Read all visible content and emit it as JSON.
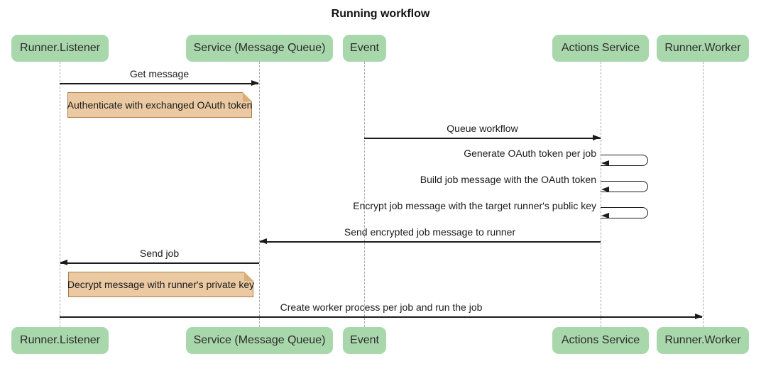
{
  "title": "Running workflow",
  "colors": {
    "background": "#ffffff",
    "actor_fill": "#a9d7ac",
    "actor_text": "#2b2b2b",
    "note_fill": "#ebc9a2",
    "note_border": "#aa7d4c",
    "lifeline": "#a8a8a8",
    "line": "#1b1b1b"
  },
  "actors": [
    {
      "id": "runner-listener",
      "label": "Runner.Listener"
    },
    {
      "id": "service-message-queue",
      "label": "Service (Message Queue)"
    },
    {
      "id": "event",
      "label": "Event"
    },
    {
      "id": "actions-service",
      "label": "Actions Service"
    },
    {
      "id": "runner-worker",
      "label": "Runner.Worker"
    }
  ],
  "messages": [
    {
      "type": "arrow",
      "from": "Runner.Listener",
      "to": "Service (Message Queue)",
      "label": "Get message"
    },
    {
      "type": "note",
      "over": [
        "Runner.Listener",
        "Service (Message Queue)"
      ],
      "label": "Authenticate with exchanged OAuth token"
    },
    {
      "type": "arrow",
      "from": "Event",
      "to": "Actions Service",
      "label": "Queue workflow"
    },
    {
      "type": "self",
      "from": "Actions Service",
      "to": "Actions Service",
      "label": "Generate OAuth token per job"
    },
    {
      "type": "self",
      "from": "Actions Service",
      "to": "Actions Service",
      "label": "Build job message with the OAuth token"
    },
    {
      "type": "self",
      "from": "Actions Service",
      "to": "Actions Service",
      "label": "Encrypt job message with the target runner's public key"
    },
    {
      "type": "arrow",
      "from": "Actions Service",
      "to": "Service (Message Queue)",
      "label": "Send encrypted job message to runner"
    },
    {
      "type": "arrow",
      "from": "Service (Message Queue)",
      "to": "Runner.Listener",
      "label": "Send job"
    },
    {
      "type": "note",
      "over": [
        "Runner.Listener",
        "Service (Message Queue)"
      ],
      "label": "Decrypt message with runner's private key"
    },
    {
      "type": "arrow",
      "from": "Runner.Listener",
      "to": "Runner.Worker",
      "label": "Create worker process per job and run the job"
    }
  ]
}
